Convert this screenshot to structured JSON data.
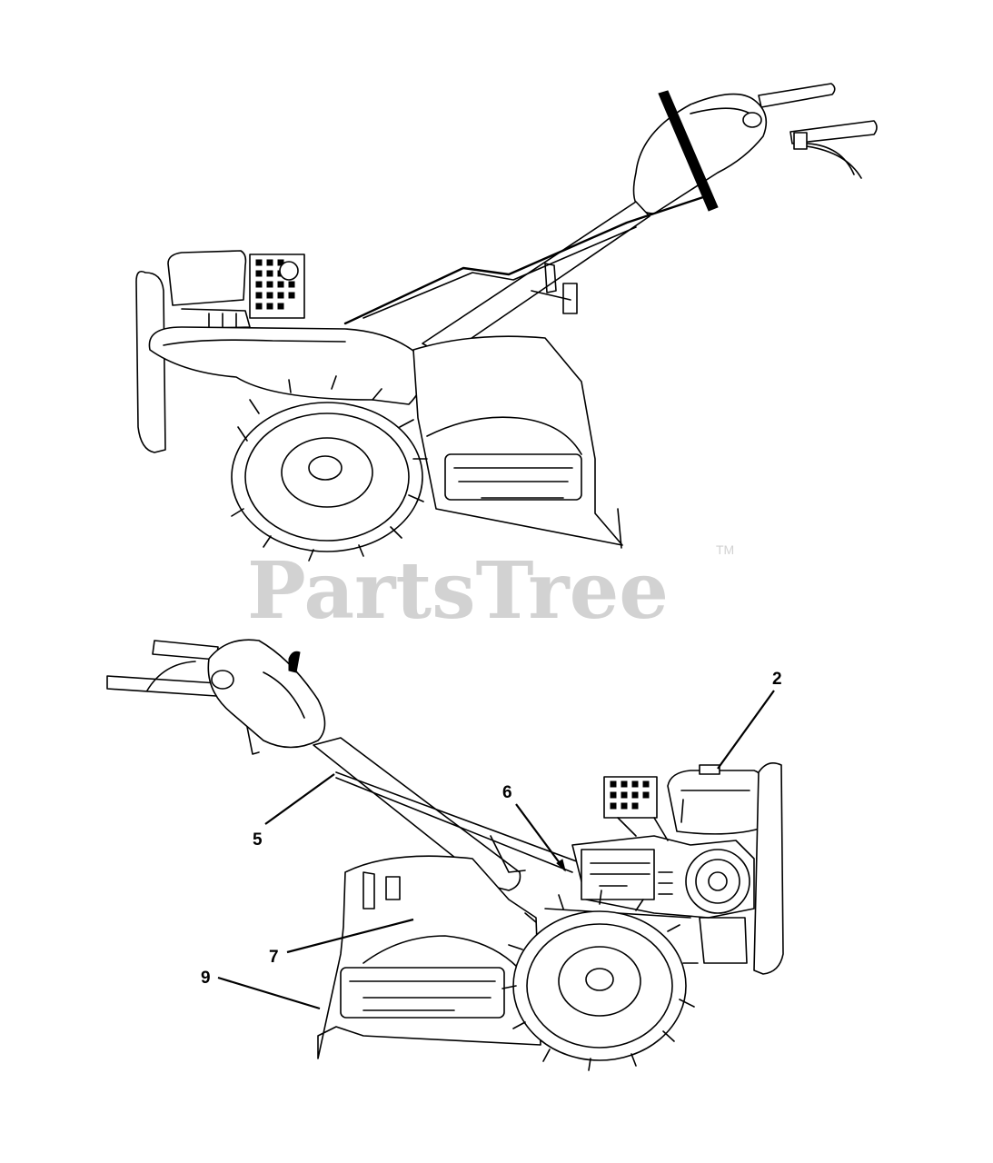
{
  "watermark": {
    "text": "PartsTree",
    "trademark": "TM"
  },
  "callouts": [
    {
      "id": "c2",
      "label": "2"
    },
    {
      "id": "c5",
      "label": "5"
    },
    {
      "id": "c6",
      "label": "6"
    },
    {
      "id": "c7",
      "label": "7"
    },
    {
      "id": "c9",
      "label": "9"
    }
  ],
  "colors": {
    "line": "#000000",
    "watermark": "#d2d2d2",
    "background": "#ffffff"
  }
}
